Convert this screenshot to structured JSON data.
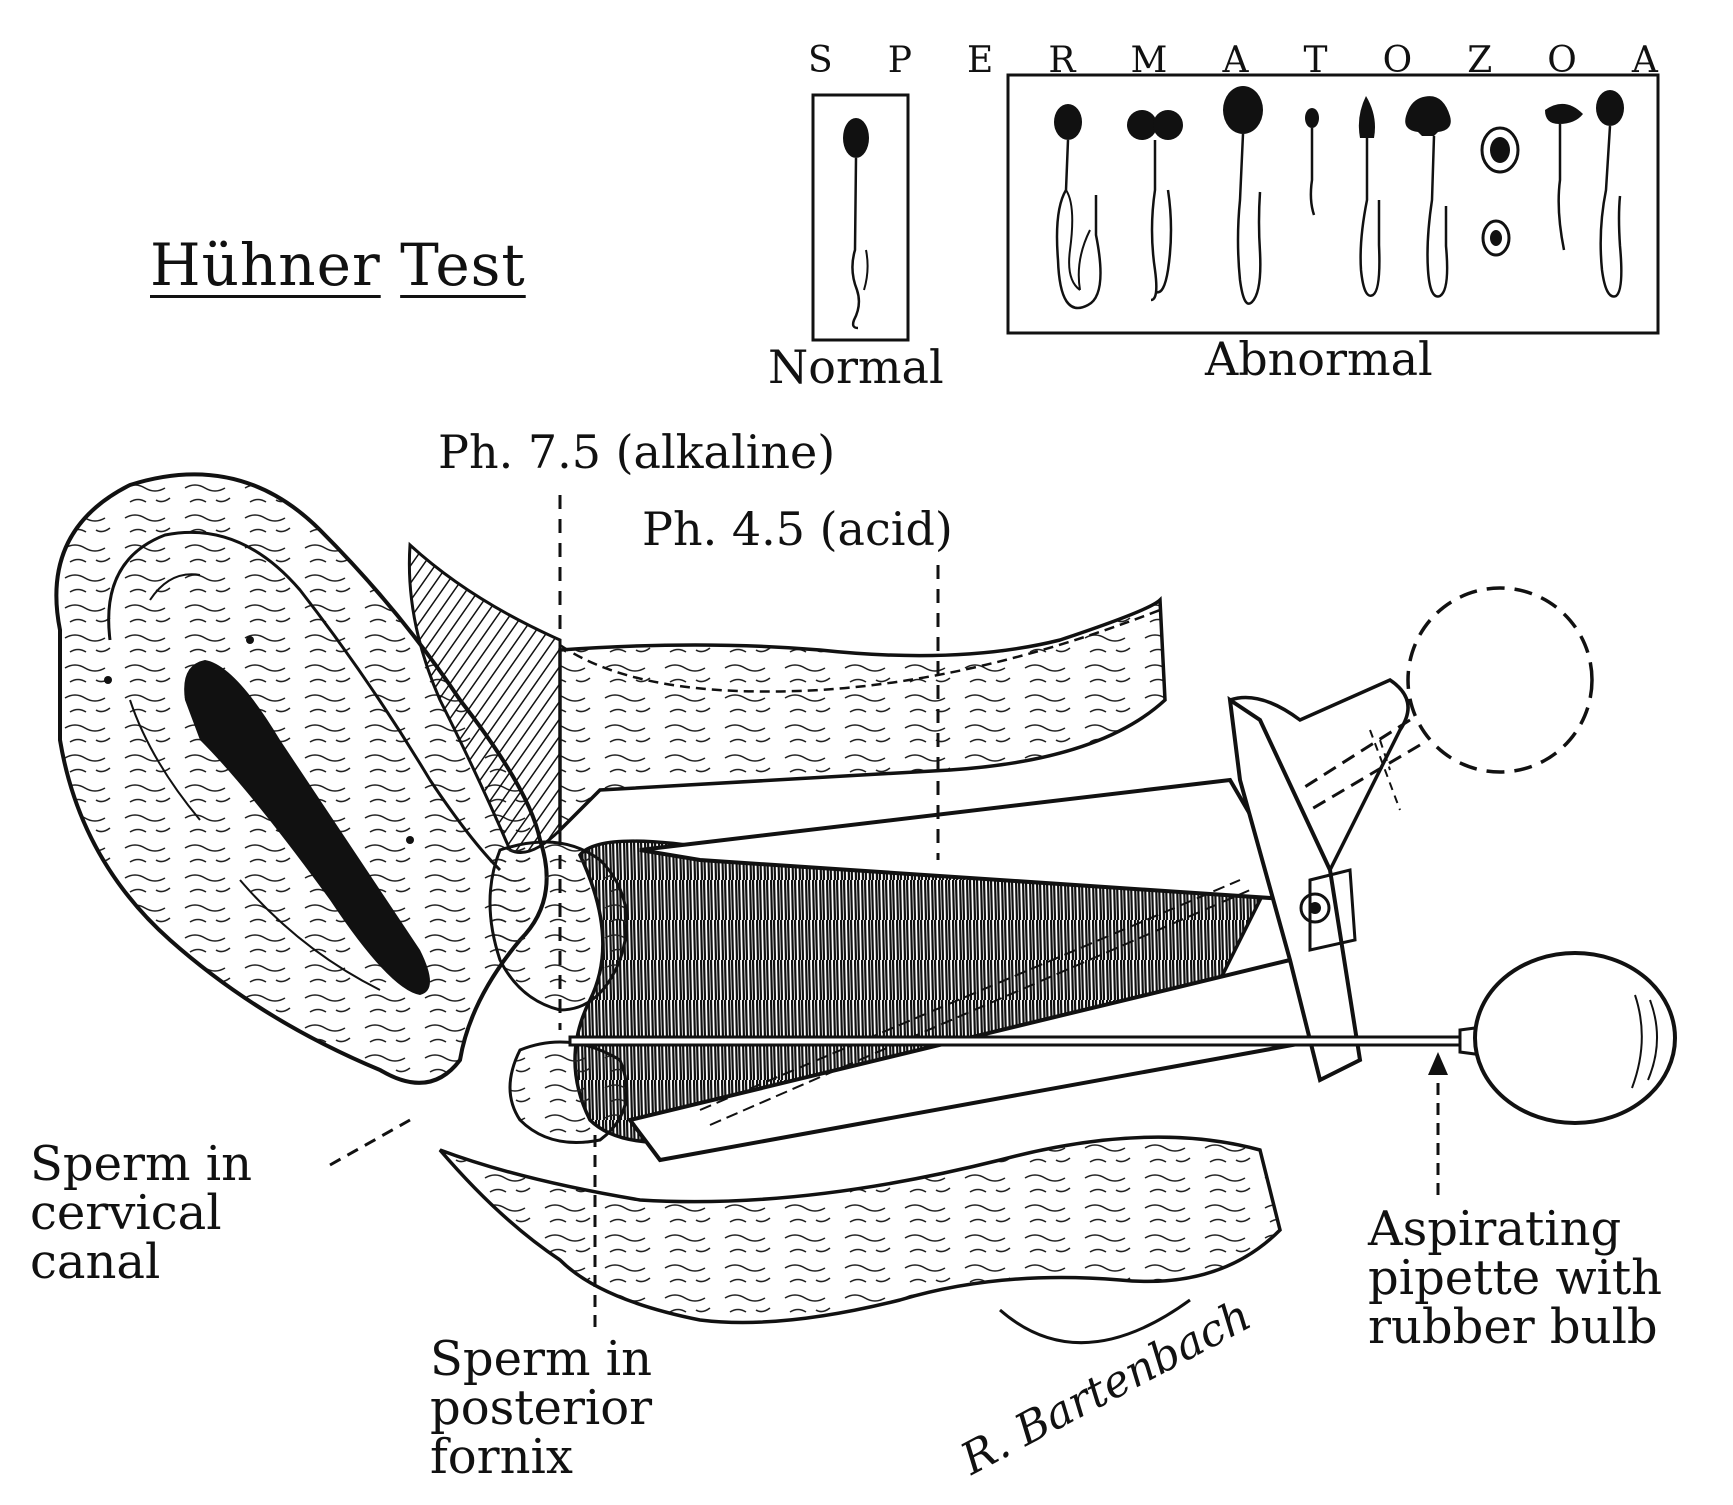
{
  "title": {
    "part1": "Hühner",
    "part2": "Test"
  },
  "spermatozoa": {
    "heading_letters": [
      "S",
      "P",
      "E",
      "R",
      "M",
      "A",
      "T",
      "O",
      "Z",
      "O",
      "A"
    ],
    "normal_label": "Normal",
    "abnormal_label": "Abnormal"
  },
  "labels": {
    "ph_alkaline": "Ph. 7.5 (alkaline)",
    "ph_acid": "Ph. 4.5 (acid)",
    "sperm_cervical": "Sperm in\ncervical\ncanal",
    "sperm_fornix": "Sperm in\nposterior\nfornix",
    "pipette": "Aspirating\npipette with\nrubber bulb"
  },
  "signature": "R. Bartenbach",
  "colors": {
    "ink": "#111111",
    "paper": "#ffffff"
  }
}
